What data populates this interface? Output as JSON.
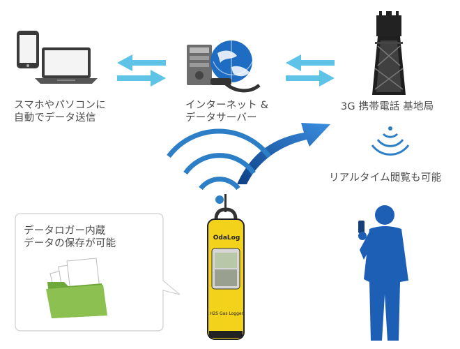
{
  "labels": {
    "devices": [
      "スマホやパソコンに",
      "自動でデータ送信"
    ],
    "server": [
      "インターネット &",
      "データサーバー"
    ],
    "tower": "3G 携帯電話 基地局",
    "realtime": "リアルタイム閲覧も可能",
    "storage": [
      "データロガー内蔵",
      "データの保存が可能"
    ]
  },
  "logger": {
    "brand": "OdaLog",
    "model": "H2S Gas Logger"
  },
  "colors": {
    "arrow_light": "#5fc3e8",
    "signal_blue": "#2c7fc6",
    "big_arrow": "#1f5fb0",
    "person": "#1c5fb5",
    "logger_body": "#f2d21a",
    "folder": "#7cb342"
  }
}
